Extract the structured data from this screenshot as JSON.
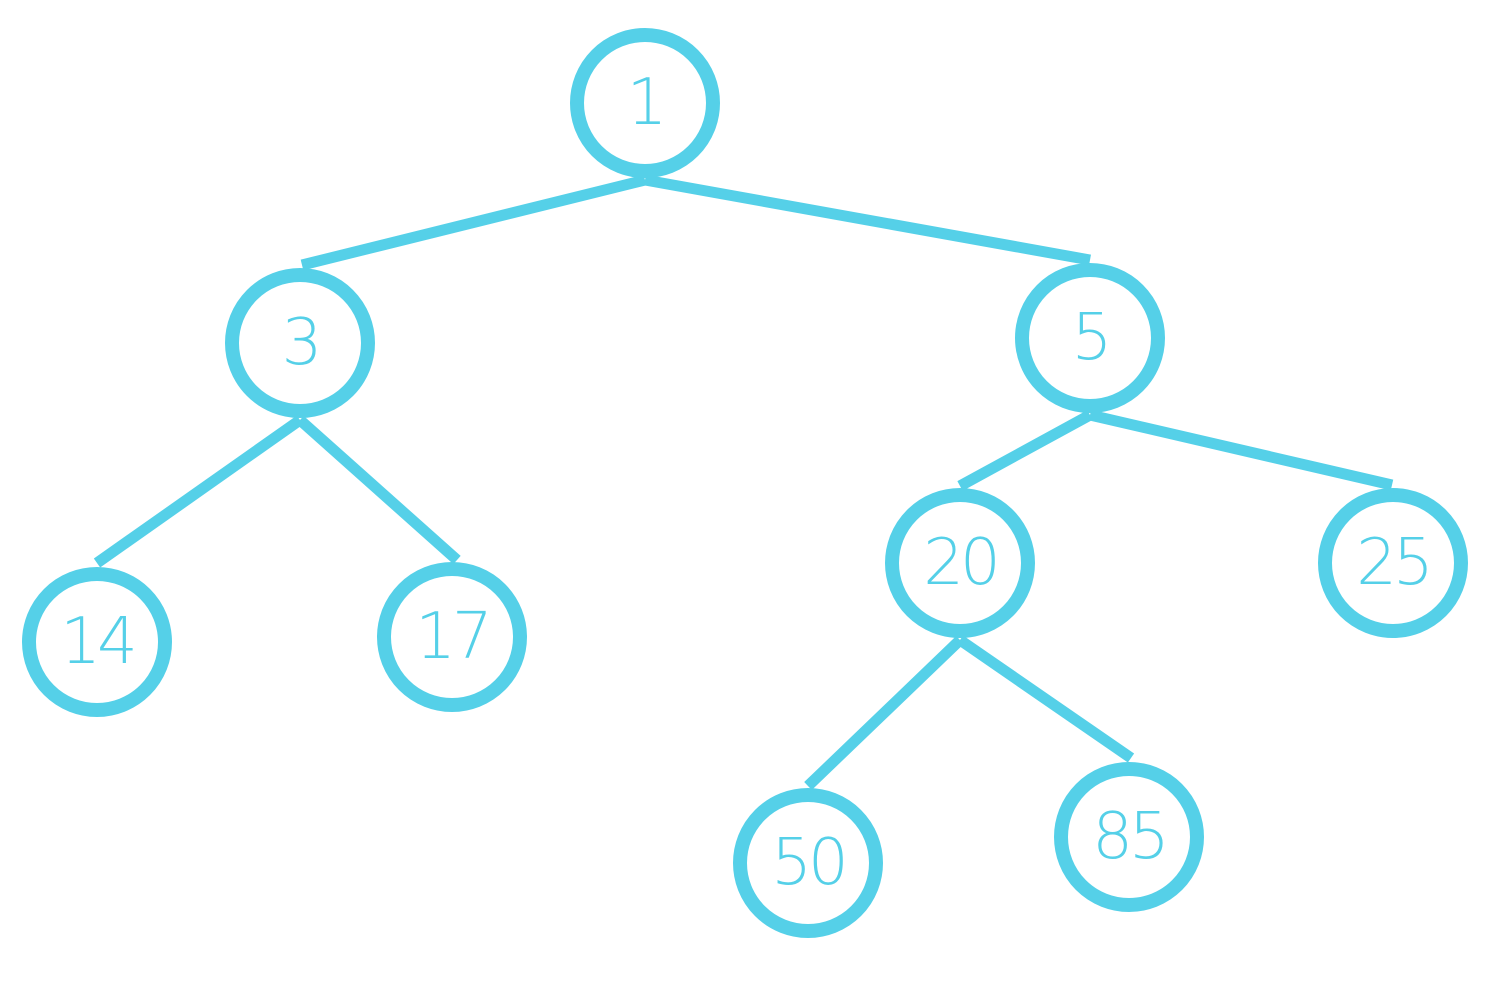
{
  "diagram": {
    "type": "binary-tree",
    "color": "#55d0e8",
    "background": "#ffffff",
    "nodes": [
      {
        "id": "n1",
        "label": "1"
      },
      {
        "id": "n3",
        "label": "3"
      },
      {
        "id": "n5",
        "label": "5"
      },
      {
        "id": "n14",
        "label": "14"
      },
      {
        "id": "n17",
        "label": "17"
      },
      {
        "id": "n20",
        "label": "20"
      },
      {
        "id": "n25",
        "label": "25"
      },
      {
        "id": "n50",
        "label": "50"
      },
      {
        "id": "n85",
        "label": "85"
      }
    ],
    "edges": [
      {
        "from": "n1",
        "to": "n3"
      },
      {
        "from": "n1",
        "to": "n5"
      },
      {
        "from": "n3",
        "to": "n14"
      },
      {
        "from": "n3",
        "to": "n17"
      },
      {
        "from": "n5",
        "to": "n20"
      },
      {
        "from": "n5",
        "to": "n25"
      },
      {
        "from": "n20",
        "to": "n50"
      },
      {
        "from": "n20",
        "to": "n85"
      }
    ]
  }
}
